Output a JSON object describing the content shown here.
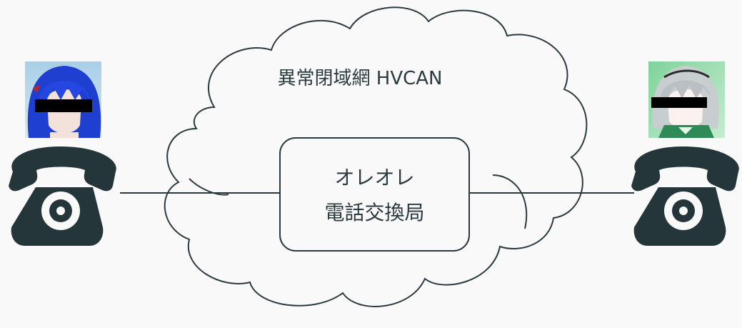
{
  "network": {
    "name": "異常閉域網 HVCAN"
  },
  "exchange": {
    "line1": "オレオレ",
    "line2": "電話交換局"
  },
  "left_user": {
    "avatar": "avatar-blue-hair-censored",
    "device": "telephone-icon"
  },
  "right_user": {
    "avatar": "avatar-green-hair-censored",
    "device": "telephone-icon"
  },
  "colors": {
    "ink": "#2b3a3e",
    "background": "#f9f9f9",
    "censor_bar": "#000000"
  }
}
